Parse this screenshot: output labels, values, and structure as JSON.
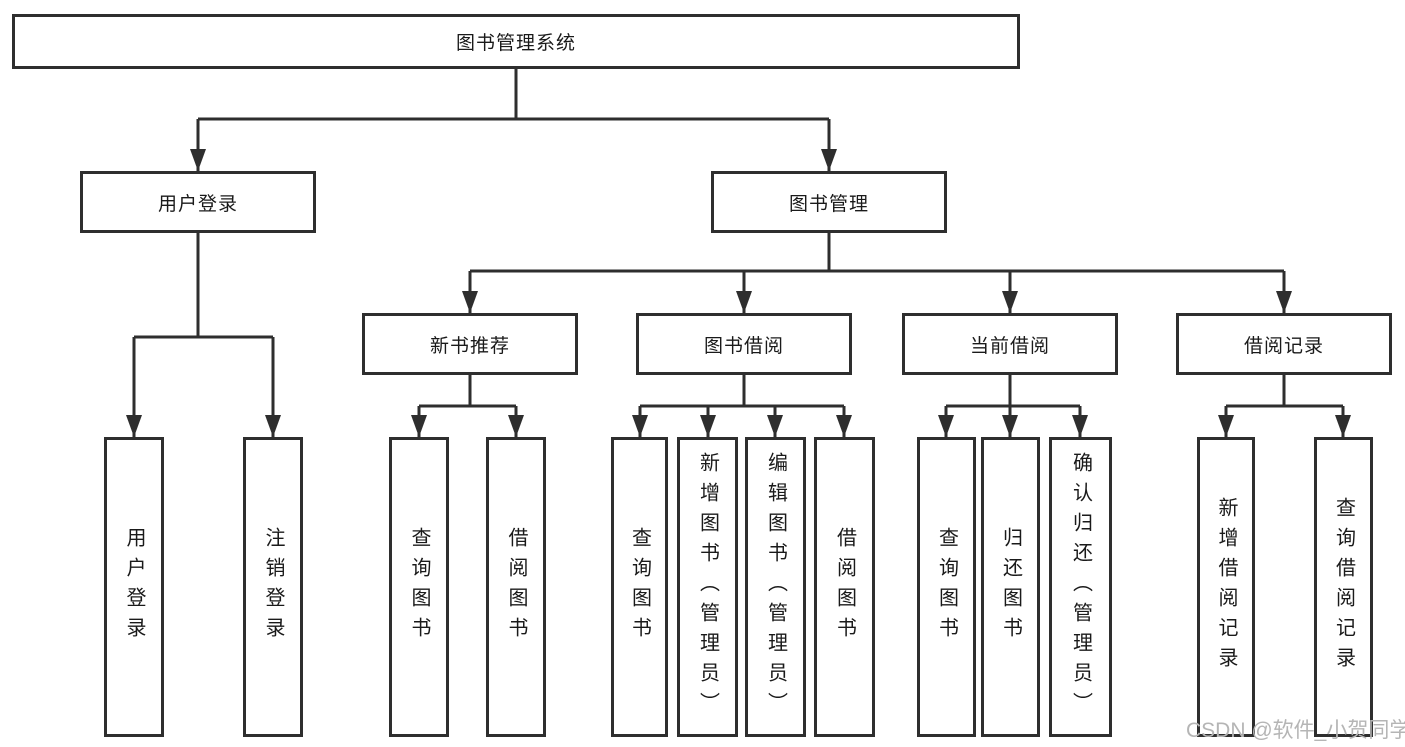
{
  "tree": {
    "root": {
      "label": "图书管理系统"
    },
    "branches": [
      {
        "label": "用户登录",
        "children": [
          {
            "label": "用户登录"
          },
          {
            "label": "注销登录"
          }
        ]
      },
      {
        "label": "图书管理",
        "sections": [
          {
            "label": "新书推荐",
            "children": [
              {
                "label": "查询图书"
              },
              {
                "label": "借阅图书"
              }
            ]
          },
          {
            "label": "图书借阅",
            "children": [
              {
                "label": "查询图书"
              },
              {
                "label": "新增图书（管理员）"
              },
              {
                "label": "编辑图书（管理员）"
              },
              {
                "label": "借阅图书"
              }
            ]
          },
          {
            "label": "当前借阅",
            "children": [
              {
                "label": "查询图书"
              },
              {
                "label": "归还图书"
              },
              {
                "label": "确认归还（管理员）"
              }
            ]
          },
          {
            "label": "借阅记录",
            "children": [
              {
                "label": "新增借阅记录"
              },
              {
                "label": "查询借阅记录"
              }
            ]
          }
        ]
      }
    ]
  },
  "watermark": "CSDN @软件_小贺同学",
  "colors": {
    "line": "#2e2e2e",
    "box_fill": "#ffffff",
    "text": "#1a1a1a",
    "watermark": "#b5b5b5"
  }
}
